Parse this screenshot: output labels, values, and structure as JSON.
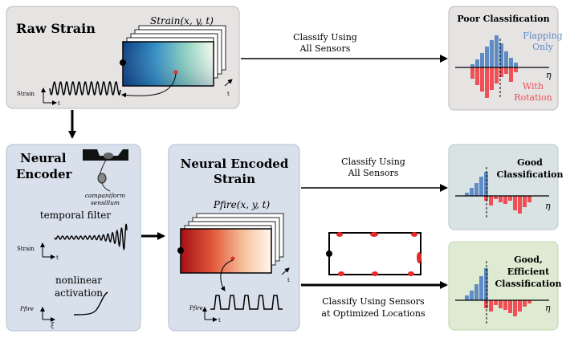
{
  "raw_strain": {
    "title": "Raw Strain",
    "field_label": "Strain(x, y, t)",
    "trace_label": "Strain",
    "axis_t": "t"
  },
  "neural_encoder": {
    "title_line1": "Neural",
    "title_line2": "Encoder",
    "sensor_line1": "campaniform",
    "sensor_line2": "sensillum",
    "filter_label": "temporal filter",
    "filter_axis_y": "Strain",
    "filter_axis_t": "t",
    "activation_line1": "nonlinear",
    "activation_line2": "activation",
    "activation_axis_y": "Pfire",
    "activation_axis_x": "ξ"
  },
  "neural_encoded_strain": {
    "title_line1": "Neural Encoded",
    "title_line2": "Strain",
    "field_label": "Pfire(x, y, t)",
    "spike_axis_y": "Pfire",
    "axis_t": "t"
  },
  "arrows": {
    "classify_all_1_line1": "Classify Using",
    "classify_all_1_line2": "All Sensors",
    "classify_all_2_line1": "Classify Using",
    "classify_all_2_line2": "All Sensors",
    "classify_opt_line1": "Classify Using Sensors",
    "classify_opt_line2": "at Optimized Locations"
  },
  "results": {
    "poor_title": "Poor Classification",
    "poor_flapping_line1": "Flapping",
    "poor_flapping_line2": "Only",
    "poor_rotation_line1": "With",
    "poor_rotation_line2": "Rotation",
    "good_line1": "Good",
    "good_line2": "Classification",
    "efficient_line1": "Good,",
    "efficient_line2": "Efficient",
    "efficient_line3": "Classification",
    "eta": "η"
  },
  "colors": {
    "raw_panel": "#e6e3e3",
    "encoder_panel": "#d8e0ec",
    "poor_panel": "#e6e3e3",
    "good_panel": "#d9e3e3",
    "efficient_panel": "#dfead2",
    "blue_bar": "#5f8cc4",
    "red_bar": "#ef4f55",
    "flapping_text": "#5f8cc4",
    "rotation_text": "#ef4f55"
  }
}
